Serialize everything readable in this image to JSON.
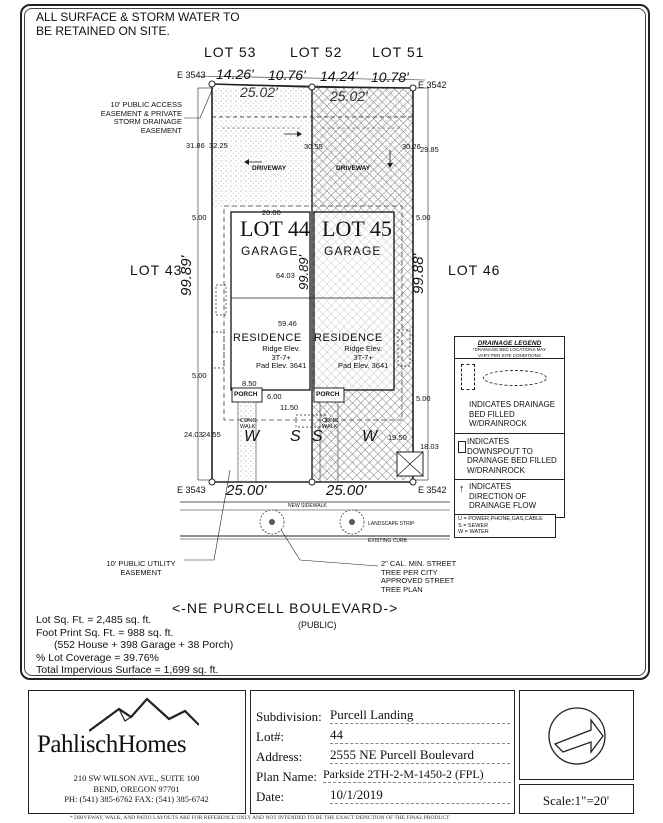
{
  "top_note": [
    "ALL SURFACE & STORM WATER TO",
    "BE RETAINED ON SITE."
  ],
  "lots": {
    "top": [
      "LOT 53",
      "LOT 52",
      "LOT 51"
    ],
    "left": "LOT 43",
    "right": "LOT 46",
    "lot44": "LOT 44",
    "lot45": "LOT 45"
  },
  "elevations": {
    "tl": "E 3543",
    "tr": "E 3542",
    "bl": "E 3543",
    "br": "E 3542"
  },
  "dims": {
    "top_segments": [
      "14.26'",
      "10.76'",
      "14.24'",
      "10.78'"
    ],
    "top_lot44": "25.02'",
    "top_lot45": "25.02'",
    "bottom_lot44": "25.00'",
    "bottom_lot45": "25.00'",
    "left_depth": "99.89'",
    "right_depth": "99.88'",
    "left_setback_top": "31.86",
    "left_setback_inner": "32.25",
    "mid_setback": "30.55",
    "right_setback_inner": "30.26",
    "right_setback_top": "29.85",
    "side_5a": "5.00",
    "side_5b": "5.00",
    "side_5c": "5.00",
    "side_5d": "5.00",
    "garage_width": "20.00",
    "house_depth_a": "64.03",
    "house_depth_b": "59.46",
    "porch_w": "8.50",
    "porch_d": "6.00",
    "porch_b": "11.50",
    "rear_left": "24.03",
    "rear_mid": "24.55",
    "rear_right": "18.03",
    "rear_mid2": "19.50"
  },
  "labels": {
    "driveway": "DRIVEWAY",
    "garage": "GARAGE",
    "residence": "RESIDENCE",
    "elev_left": "Ridge Elev.",
    "elev_left_val": "3T-7+",
    "pad_left": "Pad Elev. 3641",
    "elev_right": "Ridge Elev.",
    "elev_right_val": "3T-7+",
    "pad_right": "Pad Elev. 3641",
    "porch": "PORCH",
    "conc_walk": "CONC. WALK",
    "utility_w": "W",
    "utility_s": "S",
    "new_sidewalk": "NEW SIDEWALK",
    "landscape_strip": "LANDSCAPE STRIP",
    "existing_curb": "EXISTING CURB"
  },
  "callouts": {
    "access_easement": [
      "10' PUBLIC ACCESS",
      "EASEMENT & PRIVATE",
      "STORM DRAINAGE",
      "EASEMENT"
    ],
    "utility_easement": [
      "10' PUBLIC UTILITY",
      "EASEMENT"
    ],
    "street_tree": [
      "2\" CAL. MIN. STREET",
      "TREE PER CITY",
      "APPROVED STREET",
      "TREE PLAN"
    ]
  },
  "legend": {
    "title": "DRAINAGE LEGEND",
    "subtitle": [
      "*DRAINAGE BED LOCATIONS MAY",
      "VARY PER SITE CONDITIONS"
    ],
    "bed": [
      "INDICATES DRAINAGE",
      "BED FILLED",
      "W/DRAINROCK"
    ],
    "downspout": [
      "INDICATES",
      "DOWNSPOUT TO",
      "DRAINAGE BED FILLED",
      "W/DRAINROCK"
    ],
    "flow": [
      "INDICATES",
      "DIRECTION OF",
      "DRAINAGE FLOW"
    ],
    "utilities": [
      "U = POWER,PHONE,GAS,CABLE",
      "S = SEWER",
      "W = WATER"
    ]
  },
  "street": {
    "name": "<-NE PURCELL BOULEVARD->",
    "type": "(PUBLIC)"
  },
  "stats": [
    "Lot Sq. Ft. = 2,485 sq. ft.",
    "Foot Print Sq. Ft. = 988 sq. ft.",
    "(552 House + 398 Garage + 38 Porch)",
    "% Lot Coverage = 39.76%",
    "Total Impervious Surface = 1,699 sq. ft."
  ],
  "company": {
    "name_a": "Pahlisch",
    "name_b": "Homes",
    "address1": "210 SW WILSON AVE., SUITE 100",
    "address2": "BEND, OREGON 97701",
    "phone": "PH: (541) 385-6762 FAX: (541) 385-6742"
  },
  "title_block": {
    "rows": [
      {
        "label": "Subdivision:",
        "value": "Purcell Landing"
      },
      {
        "label": "Lot#:",
        "value": "44"
      },
      {
        "label": "Address:",
        "value": "2555 NE Purcell Boulevard"
      },
      {
        "label": "Plan Name:",
        "value": "Parkside 2TH-2-M-1450-2 (FPL)"
      },
      {
        "label": "Date:",
        "value": "10/1/2019"
      }
    ],
    "scale": "Scale:1\"=20'"
  },
  "footnote": "* DRIVEWAY, WALK, AND PATIO LAYOUTS ARE FOR REFERENCE ONLY AND NOT INTENDED TO BE THE EXACT DEPICTION OF THE FINAL PRODUCT",
  "colors": {
    "line": "#222222",
    "hatch": "#777777",
    "paper": "#ffffff"
  }
}
